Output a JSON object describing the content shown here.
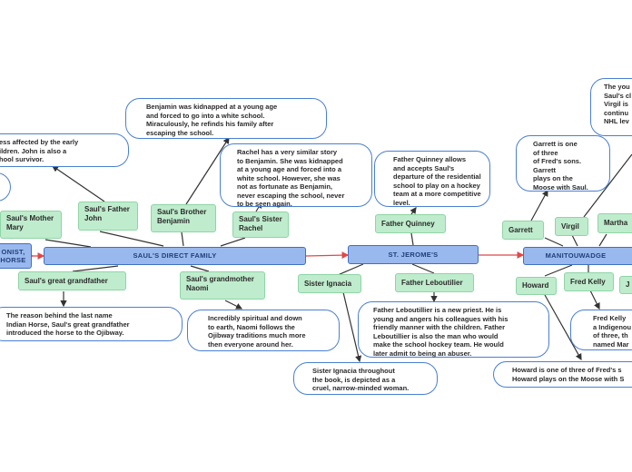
{
  "hubs": {
    "protagonist": "ONIST,\nHORSE",
    "sauls_family": "SAUL'S DIRECT FAMILY",
    "st_jeromes": "ST. JEROME'S",
    "manitouwadge": "MANITOUWADGE"
  },
  "family": {
    "mother": "Saul's Mother Mary",
    "father": "Saul's Father John",
    "brother": "Saul's Brother Benjamin",
    "sister": "Saul's Sister Rachel",
    "great_grandfather": "Saul's great grandfather",
    "grandmother": "Saul's grandmother Naomi"
  },
  "school": {
    "quinney": "Father Quinney",
    "ignacia": "Sister Ignacia",
    "leboutilier": "Father Leboutilier"
  },
  "town": {
    "garrett": "Garrett",
    "virgil": "Virgil",
    "martha": "Martha",
    "howard": "Howard",
    "fred_kelly": "Fred Kelly",
    "j": "J"
  },
  "notes": {
    "john_note": "ess affected by the early\nildren. John is also a\nhool survivor.",
    "benjamin_note": "Benjamin was kidnapped at a young age\nand forced to go into a white school.\nMiraculously, he refinds his family after\nescaping the school.",
    "rachel_note": "Rachel has a very similar story\nto Benjamin. She was kidnapped\nat a young age and forced into a\nwhite school. However, she was\nnot as fortunate as Benjamin,\nnever escaping the school, never\nto be seen again.",
    "quinney_note": "Father Quinney allows\nand accepts Saul's\ndeparture of the residential\nschool to play on a hockey\nteam at a more competitive\nlevel.",
    "garrett_note": "Garrett is one\nof three\nof Fred's sons.\nGarrett\nplays on the\nMoose with Saul.",
    "virgil_note": "The you\nSaul's cl\nVirgil is\ncontinu\nNHL lev",
    "great_grandfather_note": "The reason behind the last name\nIndian Horse, Saul's great grandfather\nintroduced the horse to the Ojibway.",
    "naomi_note": "Incredibly spiritual and down\nto earth, Naomi follows the\nOjibway traditions much more\nthen everyone around her.",
    "leboutilier_note": "Father Leboutillier is a new priest. He is\nyoung and angers his colleagues with his\nfriendly manner with the children. Father\nLeboutillier is also the man who would\nmake the school hockey team. He would\nlater admit to being an abuser.",
    "ignacia_note": "Sister Ignacia throughout\nthe book, is depicted as a\ncruel, narrow-minded woman.",
    "howard_note": "Howard is one of three of Fred's s\nHoward plays on the Moose with S",
    "fred_note": "Fred Kelly\na Indigenou\nof three, th\nnamed Mar"
  },
  "colors": {
    "hub_fill": "#99b8ee",
    "hub_border": "#4070c0",
    "topic_fill": "#bfeccd",
    "note_border": "#4a7fd3",
    "connector_red": "#e04848",
    "connector_dark": "#333333"
  }
}
